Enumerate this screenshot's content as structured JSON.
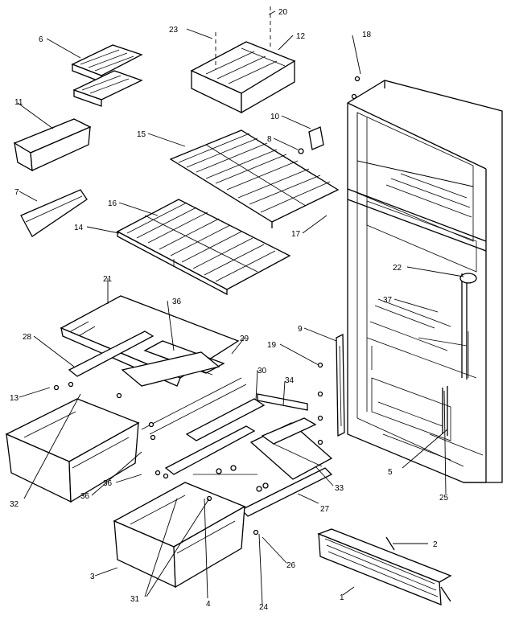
{
  "callouts": {
    "c1": "1",
    "c2": "2",
    "c3": "3",
    "c4": "4",
    "c5": "5",
    "c6": "6",
    "c7": "7",
    "c8": "8",
    "c9": "9",
    "c10": "10",
    "c11": "11",
    "c12": "12",
    "c13": "13",
    "c14": "14",
    "c15": "15",
    "c16": "16",
    "c17": "17",
    "c18": "18",
    "c19": "19",
    "c20": "20",
    "c21": "21",
    "c22": "22",
    "c23": "23",
    "c24": "24",
    "c25": "25",
    "c26": "26",
    "c27": "27",
    "c28": "28",
    "c29": "29",
    "c30": "30",
    "c31": "31",
    "c32": "32",
    "c33": "33",
    "c34": "34",
    "c36a": "36",
    "c36b": "36",
    "c36c": "36",
    "c37": "37"
  }
}
